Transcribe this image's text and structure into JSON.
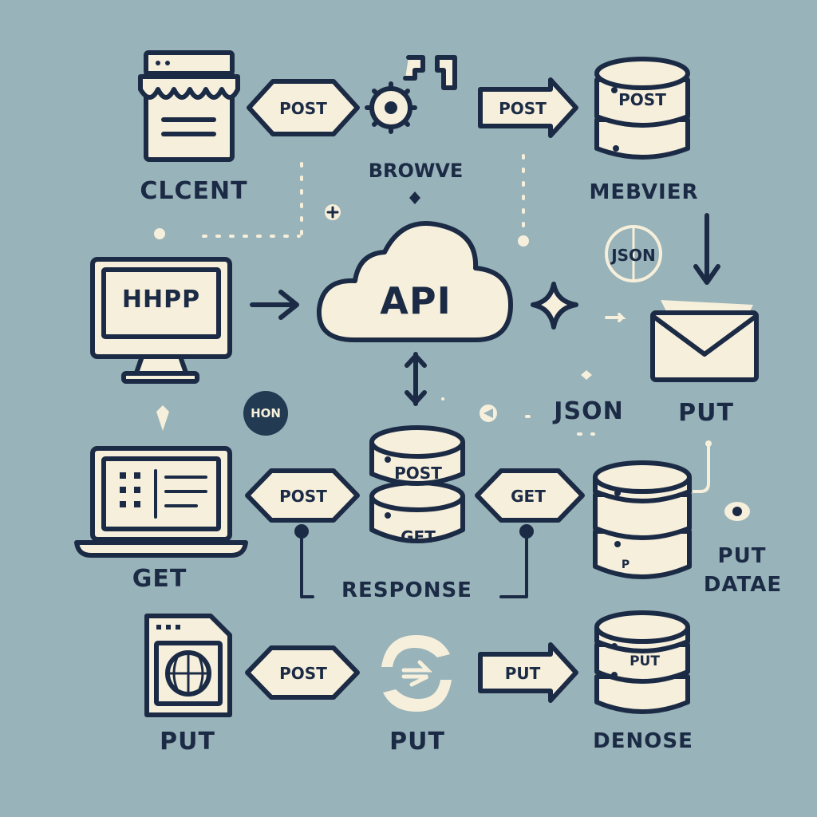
{
  "colors": {
    "background": "#98b3b9",
    "stroke": "#1c2b45",
    "fill": "#f6efdb"
  },
  "nodes": {
    "client": {
      "label": "CLCENT",
      "icon": "storefront-icon"
    },
    "browser": {
      "label": "BROWVE",
      "icon": "gear-icon"
    },
    "server_top": {
      "label": "MEBVIER",
      "db_label": "POST",
      "icon": "database-icon"
    },
    "monitor": {
      "screen_text": "HHPP",
      "icon": "monitor-icon"
    },
    "api": {
      "label": "API",
      "icon": "cloud-icon"
    },
    "json_icon": {
      "label": "JSON",
      "icon": "globe-icon"
    },
    "email": {
      "label": "PUT",
      "icon": "envelope-icon"
    },
    "json_text": {
      "label": "JSON"
    },
    "hon_badge": {
      "label": "HON"
    },
    "laptop": {
      "label": "GET",
      "icon": "laptop-icon"
    },
    "center_db": {
      "top_label": "POST",
      "bottom_label": "GET",
      "icon": "database-icon"
    },
    "right_db": {
      "label_line1": "PUT",
      "label_line2": "DATAE",
      "small_label": "P",
      "icon": "database-icon"
    },
    "response": {
      "label": "RESPONSE"
    },
    "document": {
      "label": "PUT",
      "icon": "document-globe-icon"
    },
    "refresh": {
      "label": "PUT",
      "icon": "refresh-icon"
    },
    "bottom_db": {
      "label": "DENOSE",
      "db_label": "PUT",
      "icon": "database-icon"
    }
  },
  "arrows": {
    "row1_left": "POST",
    "row1_right": "POST",
    "row3_left": "POST",
    "row3_right": "GET",
    "row4_left": "POST",
    "row4_right": "PUT"
  }
}
